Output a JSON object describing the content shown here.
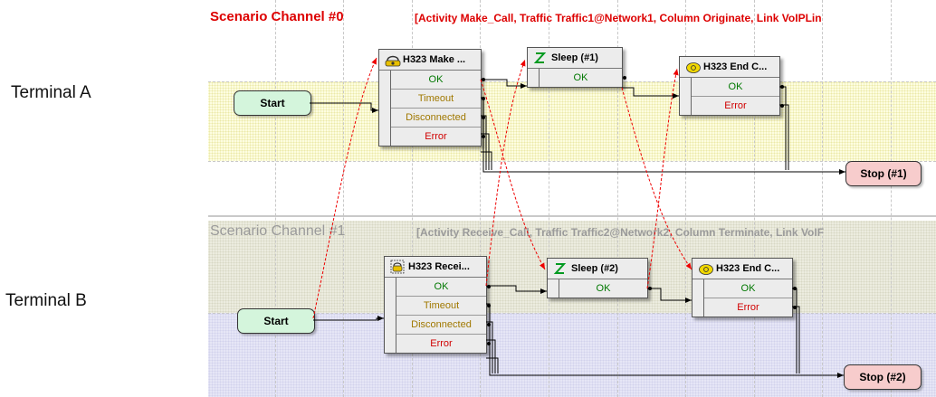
{
  "terminals": {
    "a": "Terminal A",
    "b": "Terminal B"
  },
  "channels": [
    {
      "title": "Scenario Channel #0",
      "detail": "[Activity Make_Call, Traffic Traffic1@Network1, Column Originate, Link VoIPLin",
      "start_label": "Start",
      "stop_label": "Stop (#1)",
      "nodes": [
        {
          "title": "H323 Make ...",
          "icon": "phone-dial-icon",
          "outcomes": [
            "OK",
            "Timeout",
            "Disconnected",
            "Error"
          ]
        },
        {
          "title": "Sleep (#1)",
          "icon": "sleep-icon",
          "outcomes": [
            "OK"
          ]
        },
        {
          "title": "H323 End C...",
          "icon": "phone-hangup-icon",
          "outcomes": [
            "OK",
            "Error"
          ]
        }
      ]
    },
    {
      "title": "Scenario Channel #1",
      "detail": "[Activity Receive_Call, Traffic Traffic2@Network2, Column Terminate, Link VoIF",
      "start_label": "Start",
      "stop_label": "Stop (#2)",
      "nodes": [
        {
          "title": "H323 Recei...",
          "icon": "phone-ring-icon",
          "outcomes": [
            "OK",
            "Timeout",
            "Disconnected",
            "Error"
          ]
        },
        {
          "title": "Sleep (#2)",
          "icon": "sleep-icon",
          "outcomes": [
            "OK"
          ]
        },
        {
          "title": "H323 End C...",
          "icon": "phone-hangup-icon",
          "outcomes": [
            "OK",
            "Error"
          ]
        }
      ]
    }
  ],
  "colors": {
    "channel_active": "#dd0000",
    "channel_inactive": "#9a9a9a",
    "ok": "#007800",
    "timeout": "#a07800",
    "error": "#d00000",
    "sync_link": "#ee0000"
  }
}
